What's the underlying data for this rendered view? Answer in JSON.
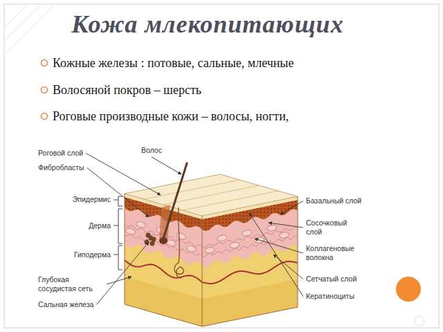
{
  "diagram": {
    "title": "Кожа млекопитающих",
    "labels": [
      "Кожные железы : потовые, сальные, млечные",
      "Волосяной покров – шерсть",
      "Роговые производные кожи – волосы, ногти,",
      "Роговой слой",
      "Фибробласты",
      "Волос",
      "Эпидермис",
      "Дерма",
      "Гиподерма",
      "Глубокая сосудистая сеть",
      "Сальная железа",
      "Базальный слой",
      "Сосочковый слой",
      "Коллагеновые волокна",
      "Сетчатый слой",
      "Кератиноциты"
    ]
  }
}
